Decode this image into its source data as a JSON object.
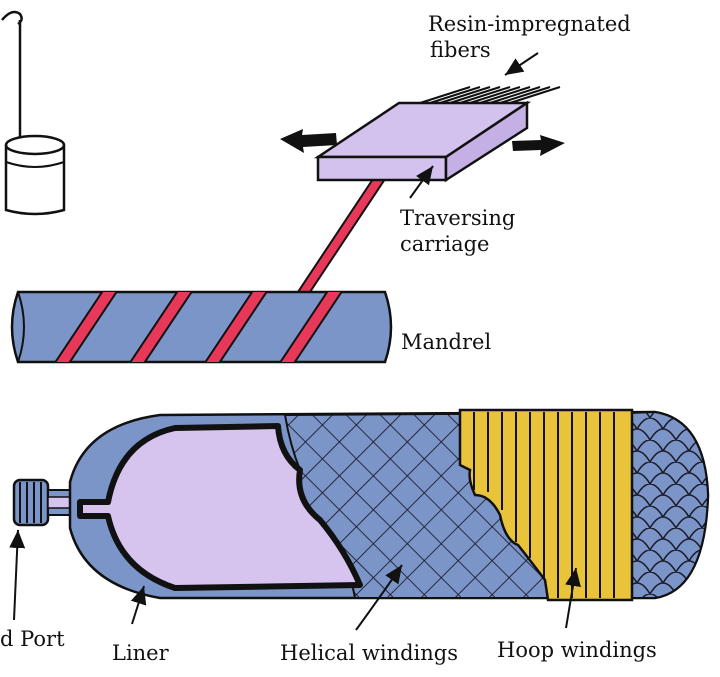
{
  "labels": {
    "resin_line1": "Resin-impregnated",
    "resin_line2": "fibers",
    "carriage_line1": "Traversing",
    "carriage_line2": "carriage",
    "mandrel": "Mandrel",
    "port": "d Port",
    "liner": "Liner",
    "helical": "Helical windings",
    "hoop": "Hoop windings"
  },
  "colors": {
    "mandrel_blue": "#7b95c8",
    "fiber_red": "#e8385a",
    "carriage_lavender": "#d3c2ee",
    "liner_lavender": "#d6c4ef",
    "hoop_yellow": "#e9c33a",
    "outline": "#111111"
  }
}
